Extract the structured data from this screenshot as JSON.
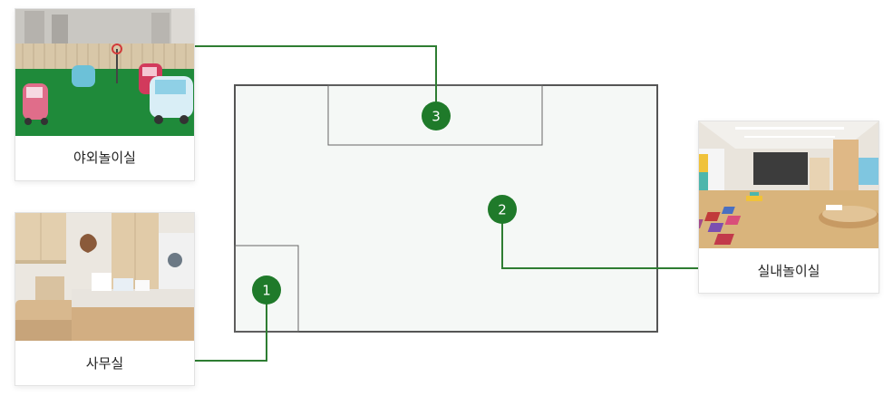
{
  "rooms": [
    {
      "id": "outdoor",
      "label": "야외놀이실",
      "marker": "3"
    },
    {
      "id": "indoor",
      "label": "실내놀이실",
      "marker": "2"
    },
    {
      "id": "office",
      "label": "사무실",
      "marker": "1"
    }
  ],
  "colors": {
    "marker_fill": "#1f7a2a",
    "connector_line": "#2e7d32",
    "floor_fill": "#f5f8f6",
    "floor_stroke": "#555555"
  }
}
